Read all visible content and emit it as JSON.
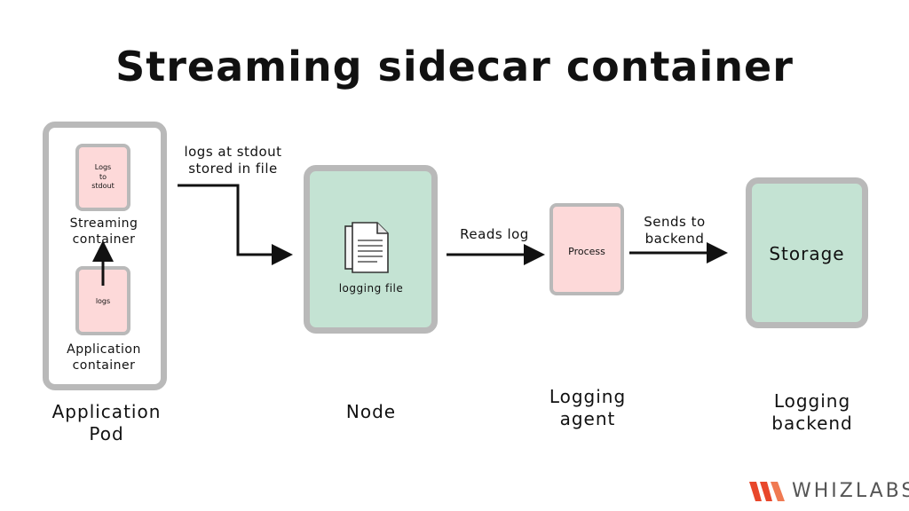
{
  "title": "Streaming sidecar container",
  "pod": {
    "sidecar_box_text": "Logs\nto\nstdout",
    "sidecar_label": "Streaming\ncontainer",
    "app_box_text": "logs",
    "app_label": "Application\ncontainer",
    "caption": "Application\nPod"
  },
  "edge1_label": "logs at stdout\nstored in file",
  "node": {
    "file_label": "logging file",
    "caption": "Node"
  },
  "edge2_label": "Reads log",
  "agent": {
    "box_text": "Process",
    "caption": "Logging\nagent"
  },
  "edge3_label": "Sends to\nbackend",
  "backend": {
    "box_text": "Storage",
    "caption": "Logging\nbackend"
  },
  "brand": {
    "name": "WHIZLABS"
  },
  "colors": {
    "border": "#b9b9b9",
    "green": "#c4e3d3",
    "pink": "#fdd9d9",
    "brand_red": "#e8472b"
  }
}
